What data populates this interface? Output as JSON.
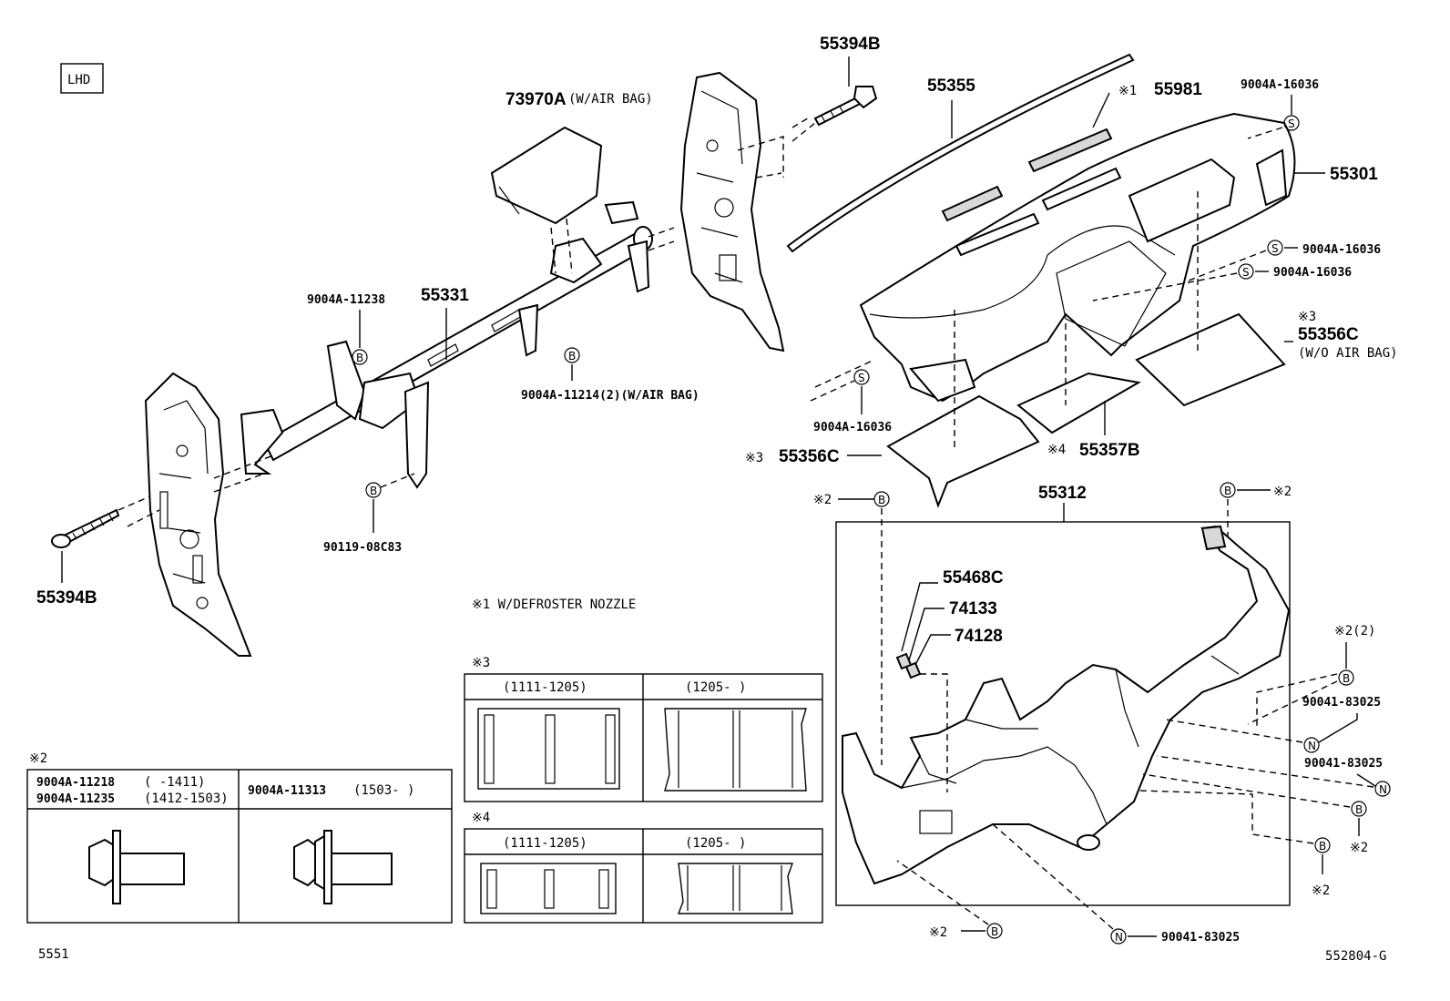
{
  "variant": "LHD",
  "footer": {
    "page_code": "5551",
    "diagram_code": "552804-G"
  },
  "notes": {
    "n1": "※1 W/DEFROSTER NOZZLE",
    "n2_header": "※2",
    "n3_header": "※3",
    "n4_header": "※4"
  },
  "part_labels": {
    "p55394B_top": "55394B",
    "p55394B_left": "55394B",
    "p73970A": "73970A",
    "p73970A_note": "(W/AIR BAG)",
    "p55355": "55355",
    "p55981_mark": "※1",
    "p55981": "55981",
    "p9004A16036_a": "9004A-16036",
    "p55301": "55301",
    "p9004A16036_b": "9004A-16036",
    "p9004A16036_c": "9004A-16036",
    "p55331": "55331",
    "p9004A11238": "9004A-11238",
    "p9004A11214": "9004A-11214(2)(W/AIR BAG)",
    "p90119": "90119-08C83",
    "p9004A16036_d": "9004A-16036",
    "p55356C_right_mark": "※3",
    "p55356C_right": "55356C",
    "p55356C_right_note": "(W/O AIR BAG)",
    "p55356C_left_mark": "※3",
    "p55356C_left": "55356C",
    "p55357B_mark": "※4",
    "p55357B": "55357B",
    "p55312": "55312",
    "p55468C": "55468C",
    "p74133": "74133",
    "p74128": "74128",
    "mark2_a": "※2",
    "mark2_b": "※2",
    "mark2_c": "※2(2)",
    "p90041_a": "90041-83025",
    "p90041_b": "90041-83025",
    "mark2_d": "※2",
    "mark2_e": "※2",
    "mark2_f": "※2",
    "p90041_c": "90041-83025"
  },
  "circle_marks": {
    "b": "B",
    "s": "S",
    "n": "N"
  },
  "table_note2": {
    "col1_line1_part": "9004A-11218",
    "col1_line1_range": "(  -1411)",
    "col1_line2_part": "9004A-11235",
    "col1_line2_range": "(1412-1503)",
    "col2_part": "9004A-11313",
    "col2_range": "(1503-   )"
  },
  "table_note3": {
    "col1": "(1111-1205)",
    "col2": "(1205-   )"
  },
  "table_note4": {
    "col1": "(1111-1205)",
    "col2": "(1205-   )"
  }
}
